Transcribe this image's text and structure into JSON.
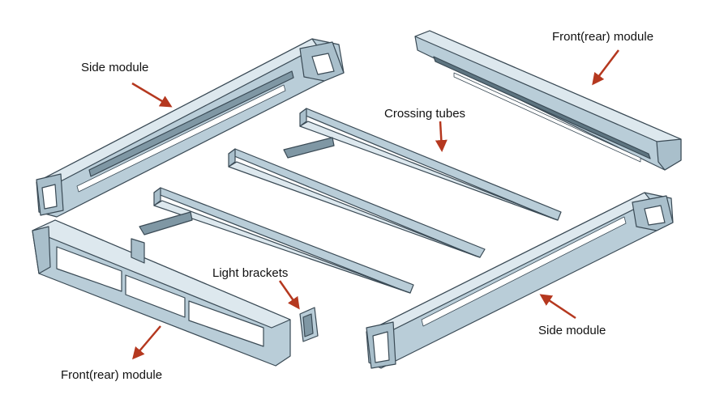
{
  "labels": {
    "side_module_top": "Side module",
    "front_rear_module_top": "Front(rear) module",
    "crossing_tubes": "Crossing tubes",
    "light_brackets": "Light brackets",
    "side_module_bottom": "Side module",
    "front_rear_module_bottom": "Front(rear) module"
  },
  "colors": {
    "arrow": "#b5381f",
    "part_fill": "#b9cdd8",
    "part_light": "#dde8ee",
    "part_dark": "#7f97a4",
    "outline": "#3a4a55"
  }
}
